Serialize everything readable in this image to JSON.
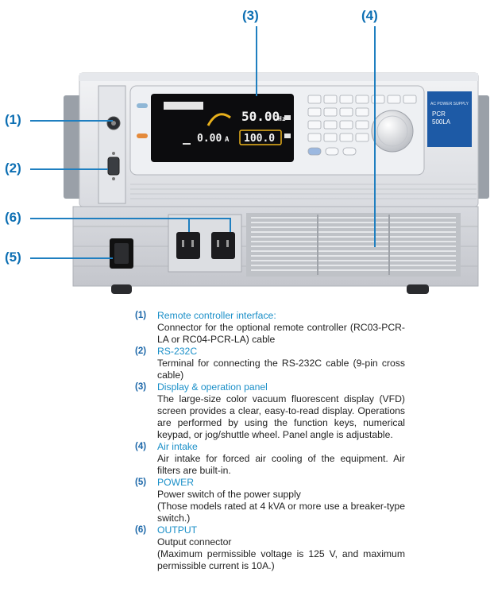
{
  "callouts": [
    {
      "id": "1",
      "label": "(1)"
    },
    {
      "id": "2",
      "label": "(2)"
    },
    {
      "id": "3",
      "label": "(3)"
    },
    {
      "id": "4",
      "label": "(4)"
    },
    {
      "id": "5",
      "label": "(5)"
    },
    {
      "id": "6",
      "label": "(6)"
    }
  ],
  "display": {
    "frequency": "50.00",
    "frequency_unit": "Hz",
    "current": "0.00",
    "current_unit": "A",
    "voltage": "100.0"
  },
  "model_label": {
    "line1": "AC POWER SUPPLY",
    "line2": "PCR",
    "line3": "500LA"
  },
  "legend": [
    {
      "num": "(1)",
      "title": "Remote controller interface:",
      "desc": "Connector for the optional remote controller (RC03-PCR-LA or RC04-PCR-LA) cable"
    },
    {
      "num": "(2)",
      "title": "RS-232C",
      "desc": "Terminal for connecting the RS-232C cable (9-pin cross cable)"
    },
    {
      "num": "(3)",
      "title": "Display & operation panel",
      "desc": "The large-size color vacuum fluorescent display (VFD) screen provides a clear, easy-to-read display.  Operations are performed by using the function keys, numerical keypad, or jog/shuttle wheel.  Panel angle is adjustable."
    },
    {
      "num": "(4)",
      "title": "Air intake",
      "desc": "Air intake for forced air cooling of the equipment. Air filters are built-in."
    },
    {
      "num": "(5)",
      "title": "POWER",
      "desc": "Power switch of the power supply\n(Those models rated at 4 kVA or more use a breaker-type switch.)"
    },
    {
      "num": "(6)",
      "title": "OUTPUT",
      "desc": "Output connector\n(Maximum permissible voltage is 125 V, and maximum permissible current is 10A.)"
    }
  ]
}
